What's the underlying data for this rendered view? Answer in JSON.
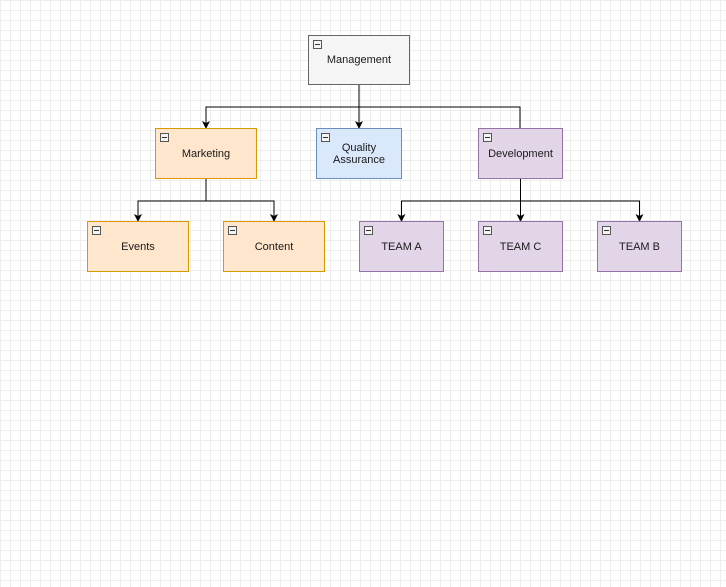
{
  "diagram": {
    "nodes": [
      {
        "id": "management",
        "label": "Management",
        "fill": "#f5f5f5",
        "stroke": "#666666"
      },
      {
        "id": "marketing",
        "label": "Marketing",
        "fill": "#ffe6cc",
        "stroke": "#d79b00"
      },
      {
        "id": "qa",
        "label": "Quality\nAssurance",
        "fill": "#dae8fc",
        "stroke": "#6c8ebf"
      },
      {
        "id": "development",
        "label": "Development",
        "fill": "#e1d5e7",
        "stroke": "#9673a6"
      },
      {
        "id": "events",
        "label": "Events",
        "fill": "#ffe6cc",
        "stroke": "#d79b00"
      },
      {
        "id": "content",
        "label": "Content",
        "fill": "#ffe6cc",
        "stroke": "#d79b00"
      },
      {
        "id": "team-a",
        "label": "TEAM A",
        "fill": "#e1d5e7",
        "stroke": "#9673a6"
      },
      {
        "id": "team-c",
        "label": "TEAM C",
        "fill": "#e1d5e7",
        "stroke": "#9673a6"
      },
      {
        "id": "team-b",
        "label": "TEAM B",
        "fill": "#e1d5e7",
        "stroke": "#9673a6"
      }
    ],
    "edges": [
      {
        "from": "management",
        "to": "marketing",
        "arrow": true
      },
      {
        "from": "management",
        "to": "qa",
        "arrow": true
      },
      {
        "from": "management",
        "to": "development",
        "arrow": false
      },
      {
        "from": "marketing",
        "to": "events",
        "arrow": true
      },
      {
        "from": "marketing",
        "to": "content",
        "arrow": true
      },
      {
        "from": "development",
        "to": "team-a",
        "arrow": true
      },
      {
        "from": "development",
        "to": "team-c",
        "arrow": true
      },
      {
        "from": "development",
        "to": "team-b",
        "arrow": true
      }
    ],
    "edge_color": "#000000",
    "collapse_icon": "collapse-minus-icon"
  }
}
